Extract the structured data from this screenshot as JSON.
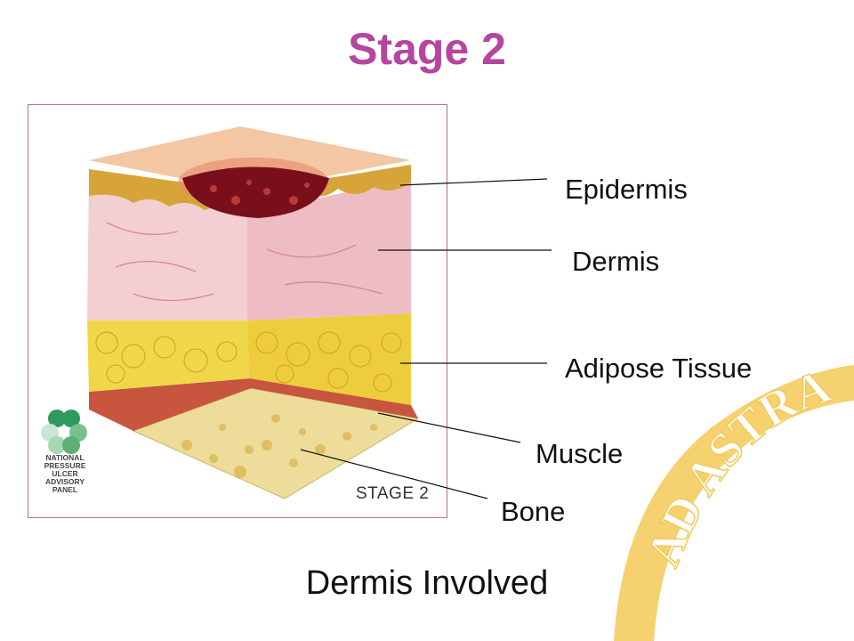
{
  "title": "Stage 2",
  "caption": "Dermis Involved",
  "figure": {
    "stage_label": "STAGE 2",
    "logo_lines": [
      "NATIONAL",
      "PRESSURE",
      "ULCER",
      "ADVISORY",
      "PANEL"
    ]
  },
  "labels": {
    "epidermis": "Epidermis",
    "dermis": "Dermis",
    "adipose": "Adipose Tissue",
    "muscle": "Muscle",
    "bone": "Bone"
  },
  "watermark": "AD ASTRA",
  "colors": {
    "title": "#b5459e",
    "frame": "#b5708f",
    "watermark": "#f4c957",
    "wound": "#7a0f1c",
    "dermis": "#f0c8cc",
    "adipose": "#f2d64a",
    "muscle": "#c8553d",
    "bone": "#eedc9a"
  }
}
